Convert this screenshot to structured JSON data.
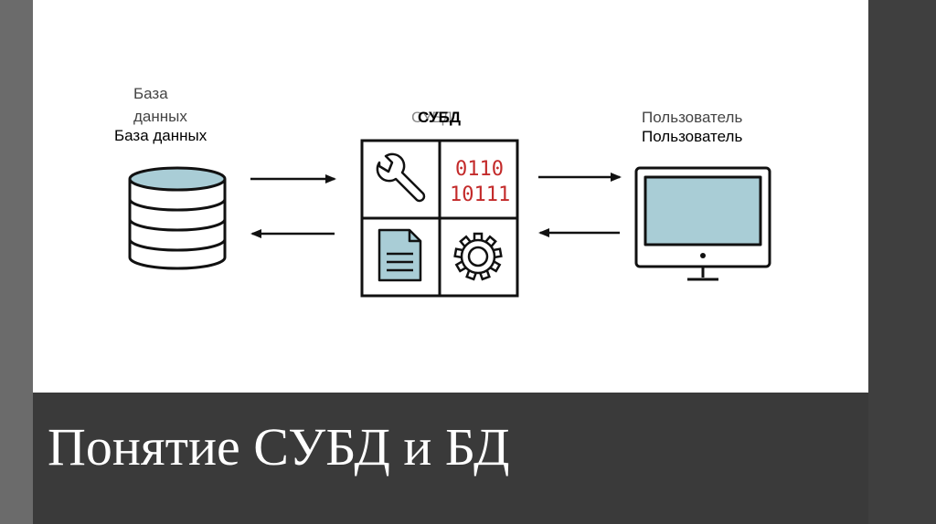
{
  "slide": {
    "title": "Понятие СУБД и БД"
  },
  "diagram": {
    "database": {
      "label_faded_line1": "База",
      "label_faded_line2": "данных",
      "label": "База данных"
    },
    "dbms": {
      "label_faded": "СУБД",
      "label": "СУБД",
      "binary_line1": "0110",
      "binary_line2": "10111"
    },
    "user": {
      "label_faded": "Пользователь",
      "label": "Пользователь"
    }
  },
  "colors": {
    "accent_fill": "#a9cdd6",
    "binary_text": "#c32a2a",
    "band": "#3a3a3a"
  }
}
